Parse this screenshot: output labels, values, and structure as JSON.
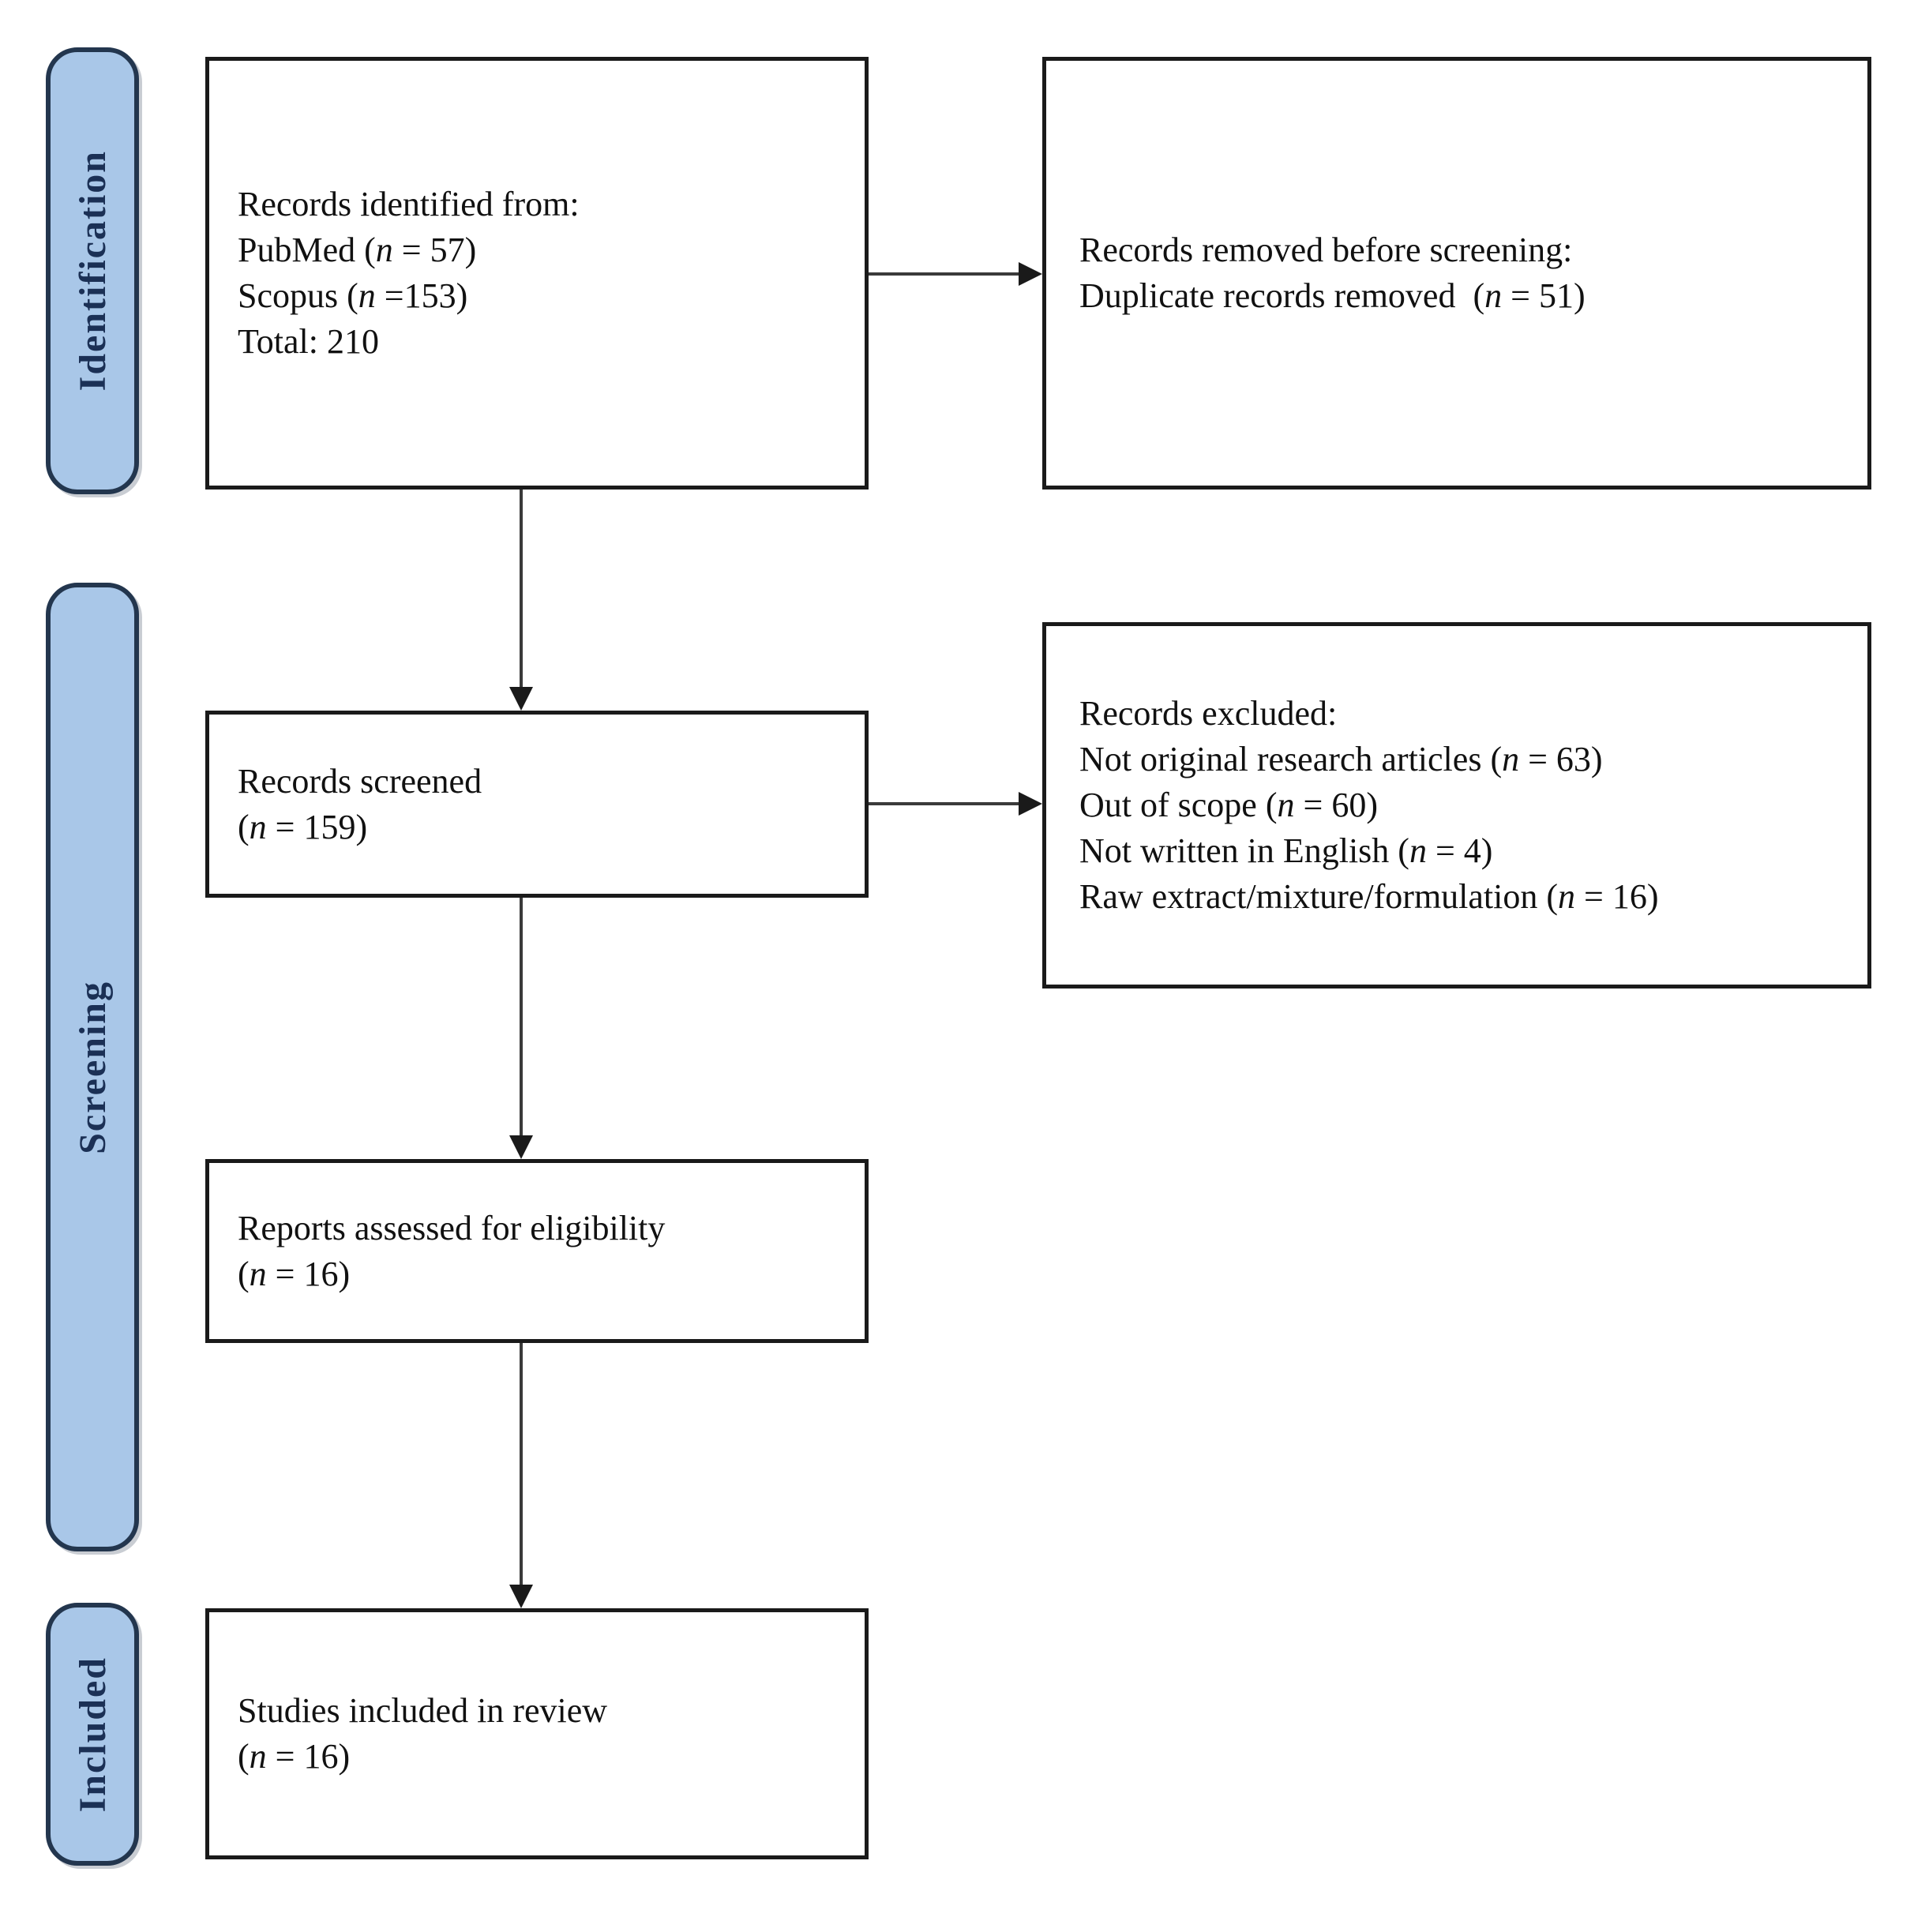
{
  "figure": {
    "kind": "PRISMA systematic review flow diagram"
  },
  "stages": [
    {
      "label": "Identification"
    },
    {
      "label": "Screening"
    },
    {
      "label": "Included"
    }
  ],
  "boxes": {
    "identified": {
      "lines": [
        "Records identified from:",
        "PubMed (n = 57)",
        "Scopus (n =153)",
        "Total: 210"
      ]
    },
    "removed": {
      "lines": [
        "Records removed before screening:",
        "Duplicate records removed  (n = 51)"
      ]
    },
    "screened": {
      "lines": [
        "Records screened",
        "(n = 159)"
      ]
    },
    "excluded": {
      "lines": [
        "Records excluded:",
        "Not original research articles (n = 63)",
        "Out of scope (n = 60)",
        "Not written in English (n = 4)",
        "Raw extract/mixture/formulation (n = 16)"
      ]
    },
    "assessed": {
      "lines": [
        "Reports assessed for eligibility",
        "(n = 16)"
      ]
    },
    "included": {
      "lines": [
        "Studies included in review",
        "(n = 16)"
      ]
    }
  },
  "colors": {
    "stage_fill": "#a9c7e8",
    "stage_border": "#23364e",
    "stage_text": "#1b3055",
    "box_border": "#1a1a1a",
    "box_fill": "#ffffff",
    "arrow": "#3a3a3a"
  }
}
